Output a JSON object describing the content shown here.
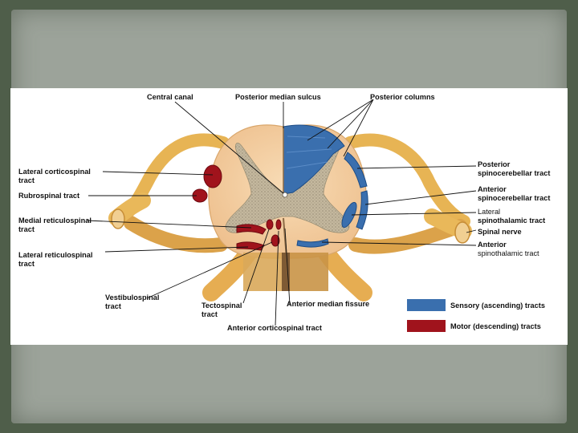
{
  "labels": {
    "central_canal": "Central canal",
    "posterior_median_sulcus": "Posterior median sulcus",
    "posterior_columns": "Posterior columns",
    "lateral_corticospinal_1": "Lateral corticospinal",
    "lateral_corticospinal_2": "tract",
    "rubrospinal": "Rubrospinal tract",
    "medial_reticulospinal_1": "Medial reticulospinal",
    "medial_reticulospinal_2": "tract",
    "lateral_reticulospinal_1": "Lateral reticulospinal",
    "lateral_reticulospinal_2": "tract",
    "vestibulospinal_1": "Vestibulospinal",
    "vestibulospinal_2": "tract",
    "tectospinal_1": "Tectospinal",
    "tectospinal_2": "tract",
    "anterior_corticospinal": "Anterior corticospinal tract",
    "anterior_median_fissure": "Anterior median fissure",
    "posterior_spinocerebellar_1": "Posterior",
    "posterior_spinocerebellar_2": "spinocerebellar tract",
    "anterior_spinocerebellar_1": "Anterior",
    "anterior_spinocerebellar_2": "spinocerebellar tract",
    "lateral_spinothalamic_1": "Lateral",
    "lateral_spinothalamic_2": "spinothalamic tract",
    "spinal_nerve": "Spinal nerve",
    "anterior_spinothalamic_1": "Anterior",
    "anterior_spinothalamic_2": "spinothalamic tract"
  },
  "legend": {
    "sensory_label": "Sensory (ascending) tracts",
    "sensory_color": "#3a6fae",
    "motor_label": "Motor (descending) tracts",
    "motor_color": "#a0131c"
  },
  "colors": {
    "white_matter": "#f4d2a8",
    "gray_matter": "#bcb29a",
    "sensory_tract": "#3a6fae",
    "motor_tract": "#a0131c",
    "nerve_root": "#e3ad4a"
  }
}
